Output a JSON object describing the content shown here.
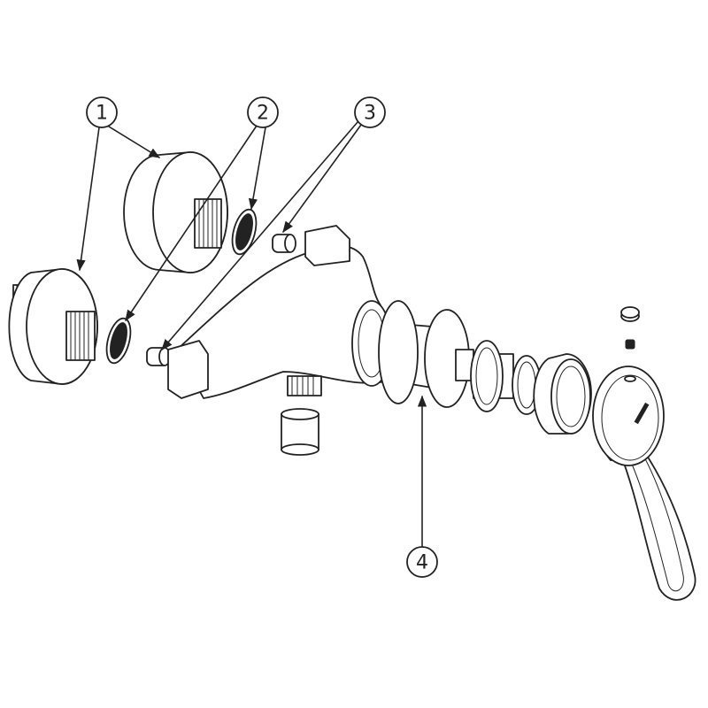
{
  "diagram": {
    "type": "exploded-parts-view",
    "callouts": [
      {
        "id": "callout-1",
        "label": "1"
      },
      {
        "id": "callout-2",
        "label": "2"
      },
      {
        "id": "callout-3",
        "label": "3"
      },
      {
        "id": "callout-4",
        "label": "4"
      }
    ]
  }
}
